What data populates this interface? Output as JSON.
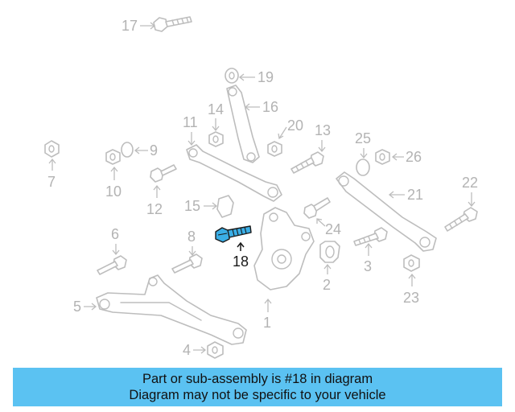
{
  "callouts": {
    "c1": "1",
    "c2": "2",
    "c3": "3",
    "c4": "4",
    "c5": "5",
    "c6": "6",
    "c7": "7",
    "c8": "8",
    "c9": "9",
    "c10": "10",
    "c11": "11",
    "c12": "12",
    "c13": "13",
    "c14": "14",
    "c15": "15",
    "c16": "16",
    "c17": "17",
    "c18": "18",
    "c19": "19",
    "c20": "20",
    "c21": "21",
    "c22": "22",
    "c23": "23",
    "c24": "24",
    "c25": "25",
    "c26": "26"
  },
  "highlighted_part": "18",
  "colors": {
    "highlight": "#3aaee6",
    "banner": "#5bc2f2",
    "parts": "#bdbdbd",
    "labels": "#b3b3b3"
  },
  "banner": {
    "line1": "Part or sub-assembly is #18 in diagram",
    "line2": "Diagram may not be specific to your vehicle"
  }
}
